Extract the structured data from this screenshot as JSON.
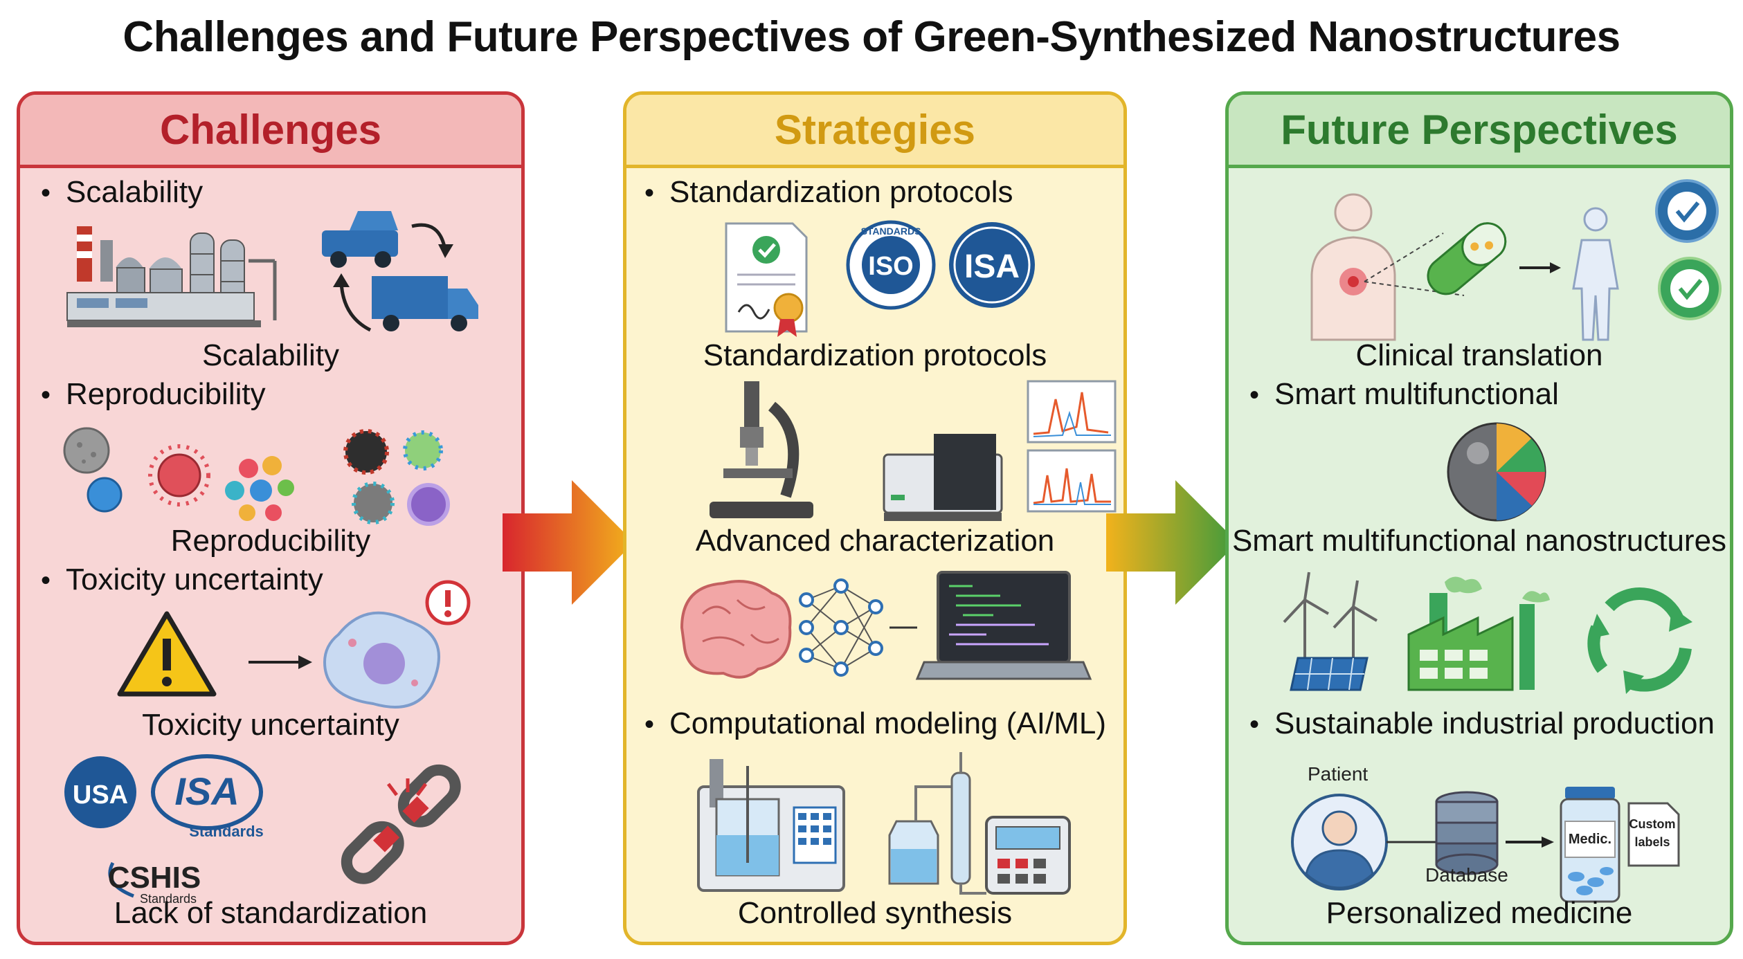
{
  "title": "Challenges and Future Perspectives of Green-Synthesized Nanostructures",
  "columns": {
    "challenges": {
      "header": "Challenges",
      "items": [
        {
          "bullet": "Scalability",
          "caption": "Scalability"
        },
        {
          "bullet": "Reproducibility",
          "caption": "Reproducibility"
        },
        {
          "bullet": "Toxicity uncertainty",
          "caption": "Toxicity uncertainty"
        },
        {
          "caption": "Lack of standardization"
        }
      ],
      "logos": {
        "usa": "USA",
        "isa": "ISA",
        "isa_sub": "Standards",
        "cshis": "CSHIS",
        "cshis_sub": "Standards"
      }
    },
    "strategies": {
      "header": "Strategies",
      "items": [
        {
          "bullet": "Standardization protocols",
          "caption": "Standardization protocols"
        },
        {
          "caption": "Advanced characterization"
        },
        {
          "bullet": "Computational modeling (AI/ML)"
        },
        {
          "caption": "Controlled synthesis"
        }
      ],
      "logos": {
        "iso": "ISO",
        "iso_ring": "STANDARDS",
        "isa": "ISA"
      }
    },
    "future": {
      "header": "Future Perspectives",
      "items": [
        {
          "caption": "Clinical translation"
        },
        {
          "bullet": "Smart multifunctional",
          "caption": "Smart multifunctional nanostructures"
        },
        {
          "bullet": "Sustainable industrial production"
        },
        {
          "caption": "Personalized medicine"
        }
      ],
      "labels": {
        "patient": "Patient",
        "database": "Database",
        "medic": "Medic.",
        "custom": "Custom",
        "labels": "labels"
      }
    }
  },
  "colors": {
    "red": "#c9353b",
    "yellow": "#e2b52a",
    "green": "#55a84c"
  }
}
